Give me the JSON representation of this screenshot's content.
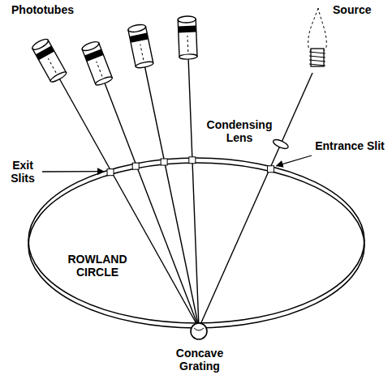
{
  "diagram": {
    "labels": [
      "Phototubes",
      "Source",
      "Condensing Lens",
      "Exit Slits",
      "Entrance Slit",
      "ROWLAND CIRCLE",
      "Concave Grating"
    ]
  }
}
